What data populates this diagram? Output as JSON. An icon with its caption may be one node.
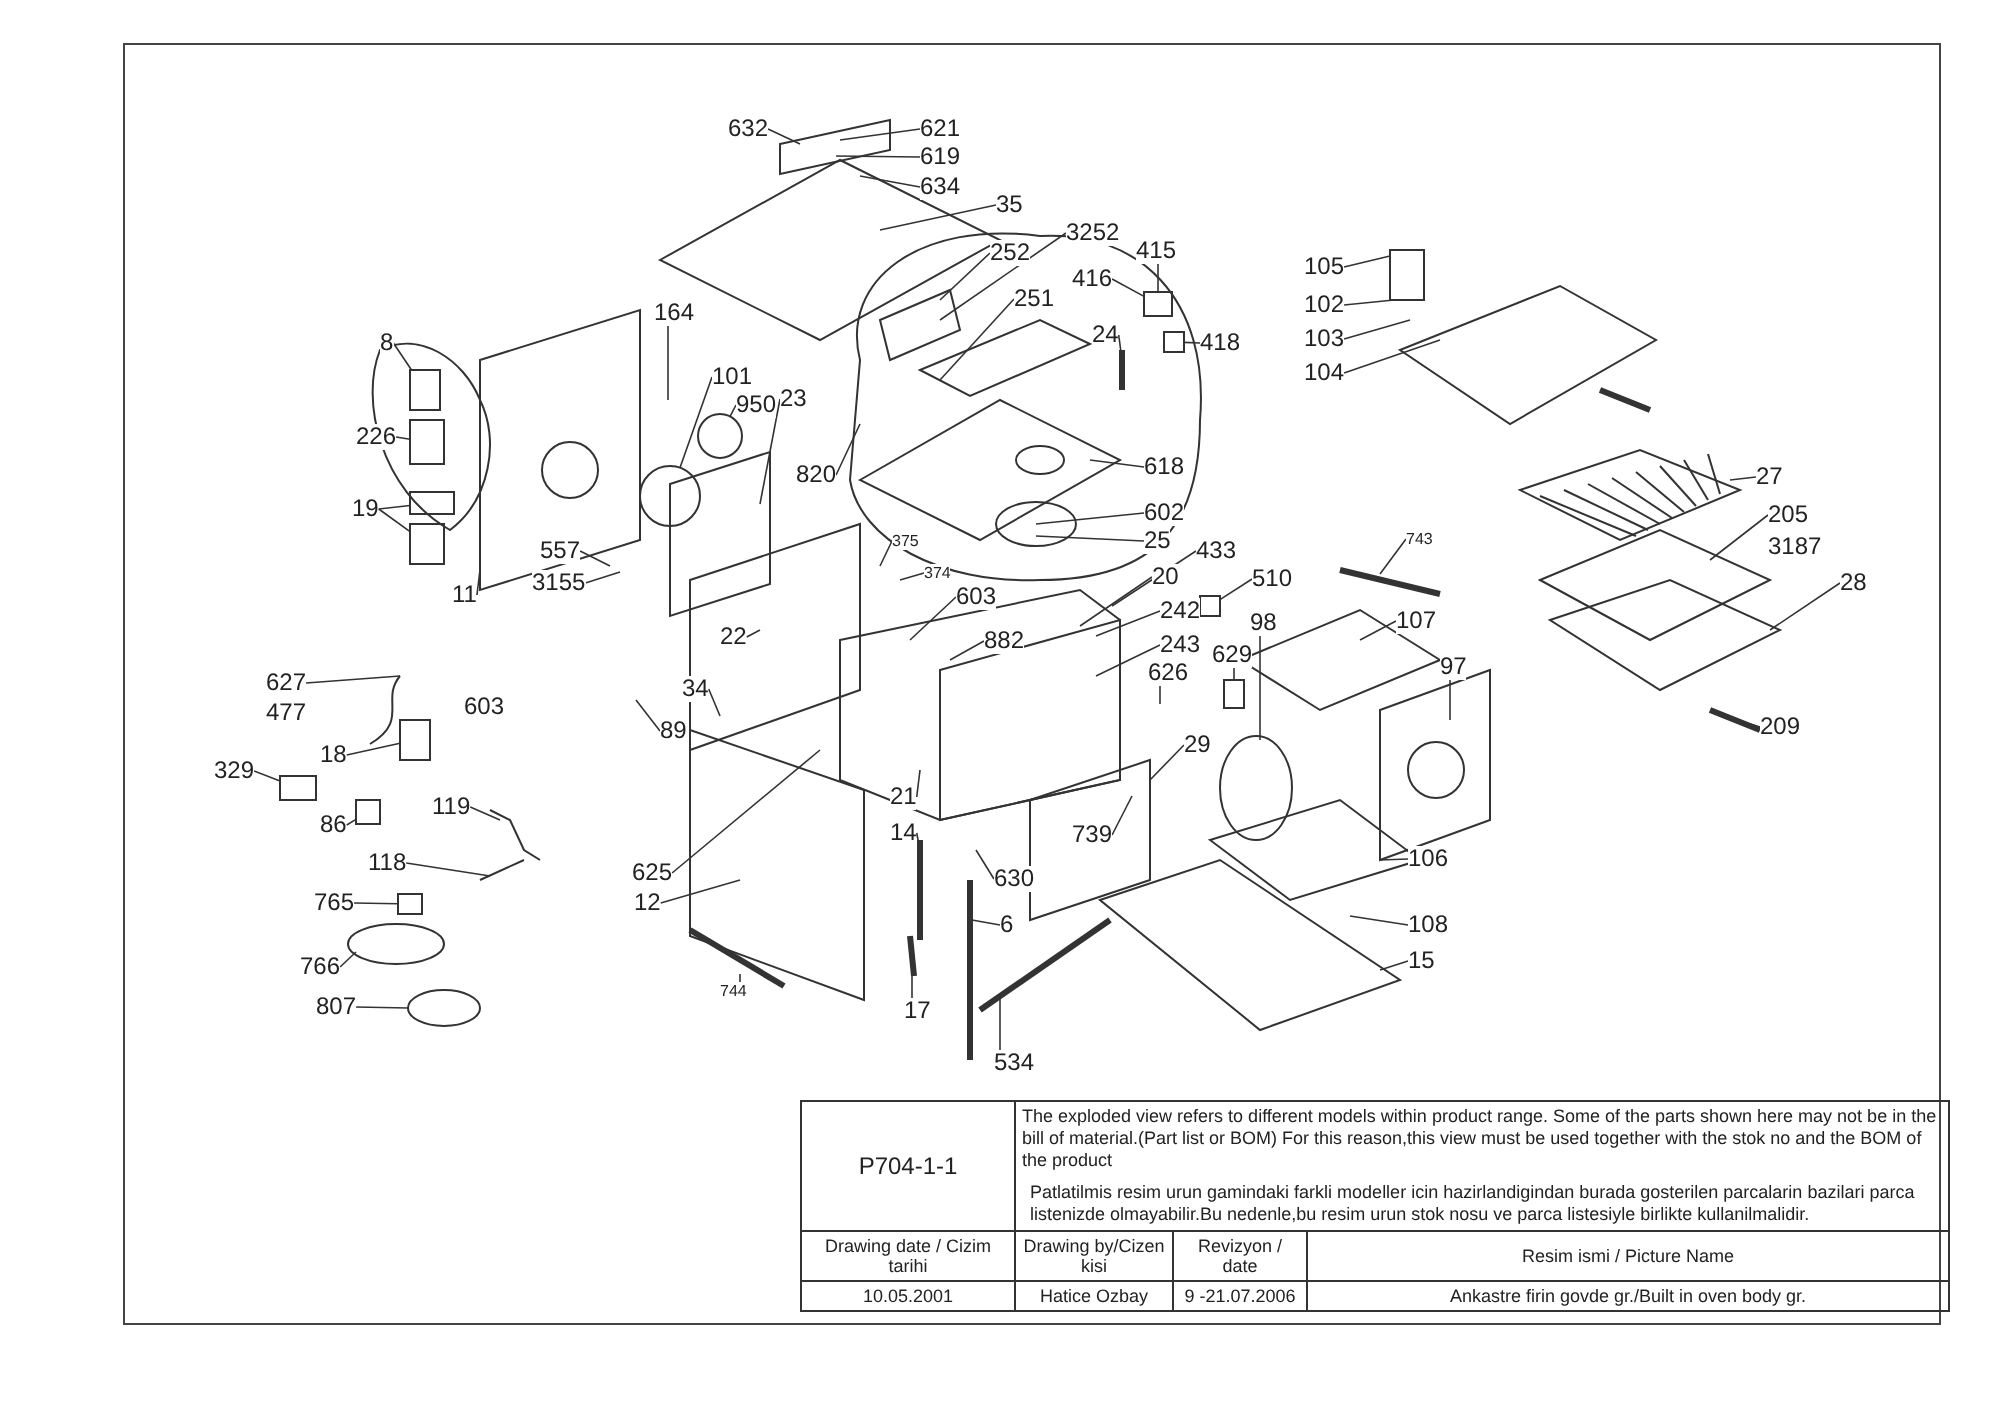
{
  "diagram": {
    "nodes": [
      {
        "text": [
          "632"
        ]
      },
      {
        "text": [
          "621"
        ]
      },
      {
        "text": [
          "619"
        ]
      },
      {
        "text": [
          "634"
        ]
      },
      {
        "text": [
          "35"
        ]
      },
      {
        "text": [
          "3252"
        ]
      },
      {
        "text": [
          "252"
        ]
      },
      {
        "text": [
          "415"
        ]
      },
      {
        "text": [
          "416"
        ]
      },
      {
        "text": [
          "105"
        ]
      },
      {
        "text": [
          "251"
        ]
      },
      {
        "text": [
          "24"
        ]
      },
      {
        "text": [
          "418"
        ]
      },
      {
        "text": [
          "102"
        ]
      },
      {
        "text": [
          "103"
        ]
      },
      {
        "text": [
          "104"
        ]
      },
      {
        "text": [
          "164"
        ]
      },
      {
        "text": [
          "8"
        ]
      },
      {
        "text": [
          "101"
        ]
      },
      {
        "text": [
          "950"
        ]
      },
      {
        "text": [
          "23"
        ]
      },
      {
        "text": [
          "226"
        ]
      },
      {
        "text": [
          "820"
        ]
      },
      {
        "text": [
          "618"
        ]
      },
      {
        "text": [
          "27"
        ]
      },
      {
        "text": [
          "19"
        ]
      },
      {
        "text": [
          "602"
        ]
      },
      {
        "text": [
          "205"
        ]
      },
      {
        "text": [
          "25"
        ]
      },
      {
        "text": [
          "557"
        ]
      },
      {
        "text": [
          "3155"
        ]
      },
      {
        "text": [
          "743"
        ]
      },
      {
        "text": [
          "433"
        ]
      },
      {
        "text": [
          "375"
        ]
      },
      {
        "text": [
          "11"
        ]
      },
      {
        "text": [
          "374"
        ]
      },
      {
        "text": [
          "20"
        ]
      },
      {
        "text": [
          "510"
        ]
      },
      {
        "text": [
          "28"
        ]
      },
      {
        "text": [
          "603"
        ]
      },
      {
        "text": [
          "22"
        ]
      },
      {
        "text": [
          "242"
        ]
      },
      {
        "text": [
          "98"
        ]
      },
      {
        "text": [
          "882"
        ]
      },
      {
        "text": [
          "107"
        ]
      },
      {
        "text": [
          "243"
        ]
      },
      {
        "text": [
          "629"
        ]
      },
      {
        "text": [
          "626"
        ]
      },
      {
        "text": [
          "97"
        ]
      },
      {
        "text": [
          "627"
        ]
      },
      {
        "text": [
          "34"
        ]
      },
      {
        "text": [
          "18"
        ]
      },
      {
        "text": [
          "89"
        ]
      },
      {
        "text": [
          "209"
        ]
      },
      {
        "text": [
          "29"
        ]
      },
      {
        "text": [
          "329"
        ]
      },
      {
        "text": [
          "119"
        ]
      },
      {
        "text": [
          "86"
        ]
      },
      {
        "text": [
          "21"
        ]
      },
      {
        "text": [
          "739"
        ]
      },
      {
        "text": [
          "14"
        ]
      },
      {
        "text": [
          "625"
        ]
      },
      {
        "text": [
          "106"
        ]
      },
      {
        "text": [
          "118"
        ]
      },
      {
        "text": [
          "630"
        ]
      },
      {
        "text": [
          "12"
        ]
      },
      {
        "text": [
          "765"
        ]
      },
      {
        "text": [
          "6"
        ]
      },
      {
        "text": [
          "108"
        ]
      },
      {
        "text": [
          "766"
        ]
      },
      {
        "text": [
          "15"
        ]
      },
      {
        "text": [
          "744"
        ]
      },
      {
        "text": [
          "17"
        ]
      },
      {
        "text": [
          "807"
        ]
      },
      {
        "text": [
          "534"
        ]
      },
      {
        "text": [],
        "shape": "box"
      },
      {
        "text": [],
        "shape": "box"
      },
      {
        "text": [],
        "shape": "box"
      },
      {
        "text": [],
        "shape": "box"
      },
      {
        "text": [],
        "shape": "circle"
      },
      {
        "text": [],
        "shape": "circle"
      },
      {
        "text": [],
        "shape": "box"
      },
      {
        "text": [],
        "shape": "box"
      },
      {
        "text": [],
        "shape": "box"
      },
      {
        "text": [],
        "shape": "box"
      },
      {
        "text": [],
        "shape": "box"
      },
      {
        "text": [],
        "shape": "box"
      },
      {
        "text": [],
        "shape": "box"
      },
      {
        "text": [],
        "shape": "box"
      }
    ],
    "edges": [
      {
        "from": 0,
        "to": null,
        "arrow": "none"
      },
      {
        "from": 1,
        "to": null,
        "arrow": "none"
      },
      {
        "from": 2,
        "to": null,
        "arrow": "none"
      },
      {
        "from": 3,
        "to": null,
        "arrow": "none"
      },
      {
        "from": 4,
        "to": null,
        "arrow": "none"
      },
      {
        "from": 5,
        "to": null,
        "arrow": "none"
      },
      {
        "from": 6,
        "to": null,
        "arrow": "none"
      },
      {
        "from": 7,
        "to": 81,
        "arrow": "none"
      },
      {
        "from": 8,
        "to": 81,
        "arrow": "none"
      },
      {
        "from": 9,
        "to": null,
        "arrow": "none"
      },
      {
        "from": 10,
        "to": null,
        "arrow": "none"
      },
      {
        "from": 11,
        "to": null,
        "arrow": "none"
      },
      {
        "from": 12,
        "to": 82,
        "arrow": "none"
      },
      {
        "from": 13,
        "to": null,
        "arrow": "none"
      },
      {
        "from": 14,
        "to": null,
        "arrow": "none"
      },
      {
        "from": 15,
        "to": null,
        "arrow": "none"
      },
      {
        "from": 16,
        "to": null,
        "arrow": "none"
      },
      {
        "from": 17,
        "to": 75,
        "arrow": "none"
      },
      {
        "from": 18,
        "to": 79,
        "arrow": "none"
      },
      {
        "from": 19,
        "to": 80,
        "arrow": "none"
      },
      {
        "from": 20,
        "to": null,
        "arrow": "none"
      },
      {
        "from": 21,
        "to": 76,
        "arrow": "none"
      },
      {
        "from": 22,
        "to": null,
        "arrow": "none"
      },
      {
        "from": 23,
        "to": null,
        "arrow": "none"
      },
      {
        "from": 24,
        "to": null,
        "arrow": "none"
      },
      {
        "from": 25,
        "to": 77,
        "arrow": "none"
      },
      {
        "from": 25,
        "to": 78,
        "arrow": "none"
      },
      {
        "from": 26,
        "to": null,
        "arrow": "none"
      },
      {
        "from": 27,
        "to": null,
        "arrow": "none"
      },
      {
        "from": 28,
        "to": null,
        "arrow": "none"
      },
      {
        "from": 29,
        "to": null,
        "arrow": "none"
      },
      {
        "from": 30,
        "to": null,
        "arrow": "none"
      },
      {
        "from": 31,
        "to": null,
        "arrow": "none"
      },
      {
        "from": 32,
        "to": null,
        "arrow": "none"
      },
      {
        "from": 33,
        "to": null,
        "arrow": "none"
      },
      {
        "from": 34,
        "to": null,
        "arrow": "none"
      },
      {
        "from": 35,
        "to": null,
        "arrow": "none"
      },
      {
        "from": 36,
        "to": null,
        "arrow": "none"
      },
      {
        "from": 37,
        "to": 88,
        "arrow": "none"
      },
      {
        "from": 38,
        "to": null,
        "arrow": "none"
      },
      {
        "from": 39,
        "to": null,
        "arrow": "none"
      },
      {
        "from": 40,
        "to": null,
        "arrow": "none"
      },
      {
        "from": 41,
        "to": null,
        "arrow": "none"
      },
      {
        "from": 42,
        "to": null,
        "arrow": "none"
      },
      {
        "from": 43,
        "to": null,
        "arrow": "none"
      },
      {
        "from": 44,
        "to": null,
        "arrow": "none"
      },
      {
        "from": 45,
        "to": null,
        "arrow": "none"
      },
      {
        "from": 46,
        "to": 83,
        "arrow": "none"
      },
      {
        "from": 47,
        "to": null,
        "arrow": "none"
      },
      {
        "from": 48,
        "to": null,
        "arrow": "none"
      },
      {
        "from": 49,
        "to": null,
        "arrow": "none"
      },
      {
        "from": 50,
        "to": null,
        "arrow": "none"
      },
      {
        "from": 51,
        "to": 86,
        "arrow": "none"
      },
      {
        "from": 52,
        "to": null,
        "arrow": "none"
      },
      {
        "from": 53,
        "to": null,
        "arrow": "none"
      },
      {
        "from": 54,
        "to": null,
        "arrow": "none"
      },
      {
        "from": 55,
        "to": 87,
        "arrow": "none"
      },
      {
        "from": 56,
        "to": null,
        "arrow": "none"
      },
      {
        "from": 57,
        "to": 84,
        "arrow": "none"
      },
      {
        "from": 58,
        "to": null,
        "arrow": "none"
      },
      {
        "from": 59,
        "to": null,
        "arrow": "none"
      },
      {
        "from": 60,
        "to": null,
        "arrow": "none"
      },
      {
        "from": 61,
        "to": null,
        "arrow": "none"
      },
      {
        "from": 62,
        "to": null,
        "arrow": "none"
      },
      {
        "from": 63,
        "to": null,
        "arrow": "none"
      },
      {
        "from": 64,
        "to": null,
        "arrow": "none"
      },
      {
        "from": 65,
        "to": null,
        "arrow": "none"
      },
      {
        "from": 66,
        "to": 85,
        "arrow": "none"
      },
      {
        "from": 67,
        "to": null,
        "arrow": "none"
      },
      {
        "from": 68,
        "to": null,
        "arrow": "none"
      },
      {
        "from": 69,
        "to": null,
        "arrow": "none"
      },
      {
        "from": 70,
        "to": null,
        "arrow": "none"
      },
      {
        "from": 71,
        "to": null,
        "arrow": "none"
      },
      {
        "from": 72,
        "to": null,
        "arrow": "none"
      },
      {
        "from": 73,
        "to": null,
        "arrow": "none"
      },
      {
        "from": 74,
        "to": null,
        "arrow": "none"
      }
    ],
    "labels": [
      "3187",
      "477",
      "603",
      "P704-1-1",
      "The exploded view refers to different models within product range. Some of the parts shown here may not be in the bill of material.(Part list or BOM) For this reason,this view must be used together with the stok no and the BOM of the product",
      "Patlatilmis resim urun gamindaki farkli modeller icin hazirlandigindan burada gosterilen parcalarin bazilari parca listenizde olmayabilir.Bu nedenle,bu resim urun stok nosu ve parca listesiyle birlikte kullanilmalidir.",
      "Drawing date / Cizim tarihi",
      "Drawing by/Cizen kisi",
      "Revizyon / date",
      "Resim ismi / Picture Name",
      "10.05.2001",
      "Hatice Ozbay",
      "9 -21.07.2006",
      "Ankastre firin govde gr./Built in oven body gr."
    ]
  }
}
